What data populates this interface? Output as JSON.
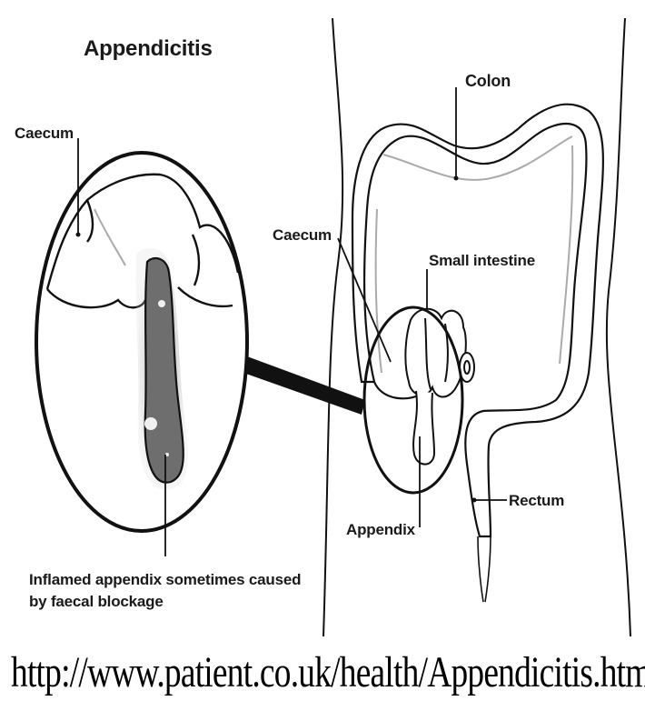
{
  "diagram": {
    "title": "Appendicitis",
    "labels": {
      "caecum_detail": "Caecum",
      "colon": "Colon",
      "caecum_body": "Caecum",
      "small_intestine": "Small intestine",
      "rectum": "Rectum",
      "appendix": "Appendix"
    },
    "caption_line1": "Inflamed appendix sometimes caused",
    "caption_line2": "by faecal blockage"
  },
  "source_url": "http://www.patient.co.uk/health/Appendicitis.htm",
  "colors": {
    "line": "#111111",
    "inflamed_fill": "#6e6e6e",
    "inflamed_halo": "#b8b8b8",
    "background": "#ffffff"
  }
}
